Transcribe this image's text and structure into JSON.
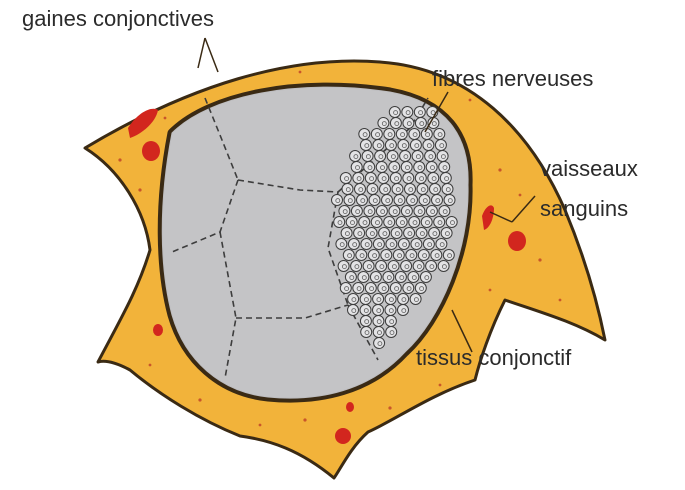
{
  "labels": {
    "gaines": "gaines conjonctives",
    "fibres": "fibres nerveuses",
    "vaisseaux_line1": "vaisseaux",
    "vaisseaux_line2": "sanguins",
    "tissus": "tissus conjonctif"
  },
  "colors": {
    "connective_tissue": "#F2B33A",
    "outline": "#3a2a14",
    "fascicle": "#C4C4C6",
    "blood_vessel": "#D2261E",
    "label_text": "#2b2b2b"
  }
}
